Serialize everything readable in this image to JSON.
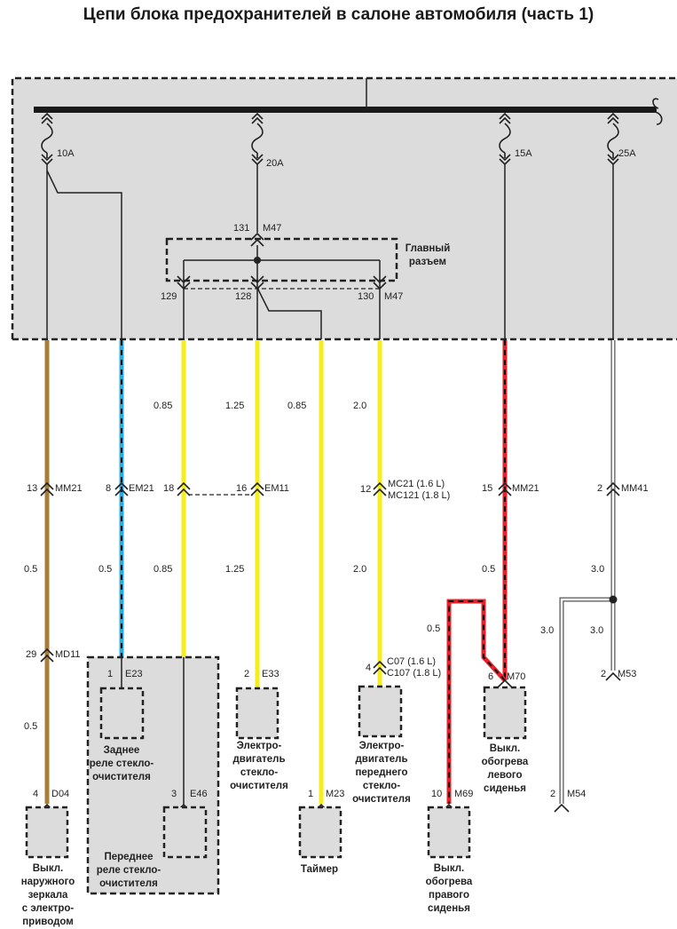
{
  "title": "Цепи блока предохранителей в салоне автомобиля (часть 1)",
  "colors": {
    "panel": "#dcdcdc",
    "brown": "#a87d3a",
    "blue": "#29abe2",
    "yellow": "#f5ee1c",
    "red": "#e8202a",
    "white": "#ffffff",
    "line": "#222222"
  },
  "fuses": [
    {
      "id": "f10",
      "rating": "10A"
    },
    {
      "id": "f20",
      "rating": "20A"
    },
    {
      "id": "f15",
      "rating": "15A"
    },
    {
      "id": "f25",
      "rating": "25A"
    }
  ],
  "main_connector": {
    "label_line1": "Главный",
    "label_line2": "разъем",
    "in_pin": "131",
    "in_name": "M47",
    "pins": [
      "129",
      "128",
      "130"
    ],
    "out_name": "M47"
  },
  "gauges": {
    "g085a": "0.85",
    "g125a": "1.25",
    "g085b": "0.85",
    "g20a": "2.0",
    "g05a": "0.5",
    "g05b": "0.5",
    "g085c": "0.85",
    "g125b": "1.25",
    "g20b": "2.0",
    "g05c": "0.5",
    "g05d": "0.5",
    "g05e": "0.5",
    "g30a": "3.0",
    "g30b": "3.0",
    "g30c": "3.0"
  },
  "connectors": {
    "mm21a": {
      "pin": "13",
      "name": "MM21"
    },
    "em21": {
      "pin": "8",
      "name": "EM21"
    },
    "c18": {
      "pin": "18",
      "name": ""
    },
    "em11": {
      "pin": "16",
      "name": "EM11"
    },
    "mc21": {
      "pin": "12",
      "name": "MC21 (1.6 L)",
      "name2": "MC121 (1.8 L)"
    },
    "mm21b": {
      "pin": "15",
      "name": "MM21"
    },
    "mm41": {
      "pin": "2",
      "name": "MM41"
    },
    "md11": {
      "pin": "29",
      "name": "MD11"
    },
    "e23": {
      "pin": "1",
      "name": "E23"
    },
    "e33": {
      "pin": "2",
      "name": "E33"
    },
    "c07": {
      "pin": "4",
      "name": "C07 (1.6 L)",
      "name2": "C107 (1.8 L)"
    },
    "m70": {
      "pin": "6",
      "name": "M70"
    },
    "m53": {
      "pin": "2",
      "name": "M53"
    },
    "d04": {
      "pin": "4",
      "name": "D04"
    },
    "e46": {
      "pin": "3",
      "name": "E46"
    },
    "m23": {
      "pin": "1",
      "name": "M23"
    },
    "m69": {
      "pin": "10",
      "name": "M69"
    },
    "m54": {
      "pin": "2",
      "name": "M54"
    }
  },
  "components": {
    "rear_relay": [
      "Заднее",
      "реле стекло-",
      "очистителя"
    ],
    "front_relay": [
      "Переднее",
      "реле стекло-",
      "очистителя"
    ],
    "wiper_motor": [
      "Электро-",
      "двигатель",
      "стекло-",
      "очистителя"
    ],
    "front_wiper_motor": [
      "Электро-",
      "двигатель",
      "переднего",
      "стекло-",
      "очистителя"
    ],
    "left_seat": [
      "Выкл.",
      "обогрева",
      "левого",
      "сиденья"
    ],
    "mirror_switch": [
      "Выкл.",
      "наружного",
      "зеркала",
      "с электро-",
      "приводом"
    ],
    "timer": [
      "Таймер"
    ],
    "right_seat": [
      "Выкл.",
      "обогрева",
      "правого",
      "сиденья"
    ]
  }
}
